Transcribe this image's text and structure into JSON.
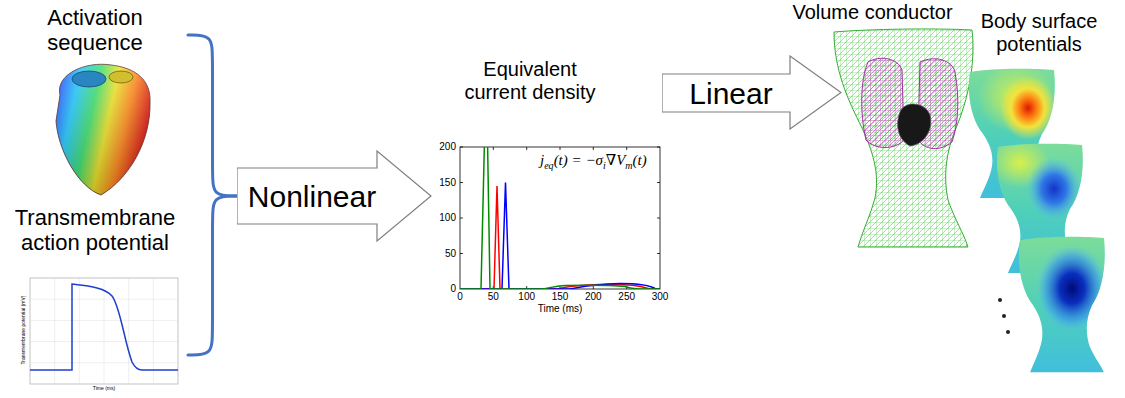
{
  "diagram": {
    "nodes": [
      {
        "text": [
          "Activation sequence"
        ]
      },
      {
        "text": [
          "Transmembrane action potential"
        ]
      },
      {
        "text": [
          "Nonlinear"
        ]
      },
      {
        "text": [
          "Equivalent current density"
        ]
      },
      {
        "text": [
          "Linear"
        ]
      },
      {
        "text": [
          "Volume conductor"
        ]
      },
      {
        "text": [
          "Body surface potentials"
        ]
      }
    ],
    "edges": [
      {
        "from": 0,
        "to": 2,
        "arrow": "none"
      },
      {
        "from": 1,
        "to": 2,
        "arrow": "none"
      }
    ],
    "labels": [
      "200",
      "150",
      "100",
      "50",
      "0",
      "0",
      "50",
      "100",
      "150",
      "200",
      "250",
      "300",
      "Time (ms)",
      "j",
      "eq",
      "(t) = −σ",
      "i",
      "∇V",
      "m",
      "(t)",
      "Transmembrane potential (mV)",
      "Time (ms)"
    ]
  }
}
